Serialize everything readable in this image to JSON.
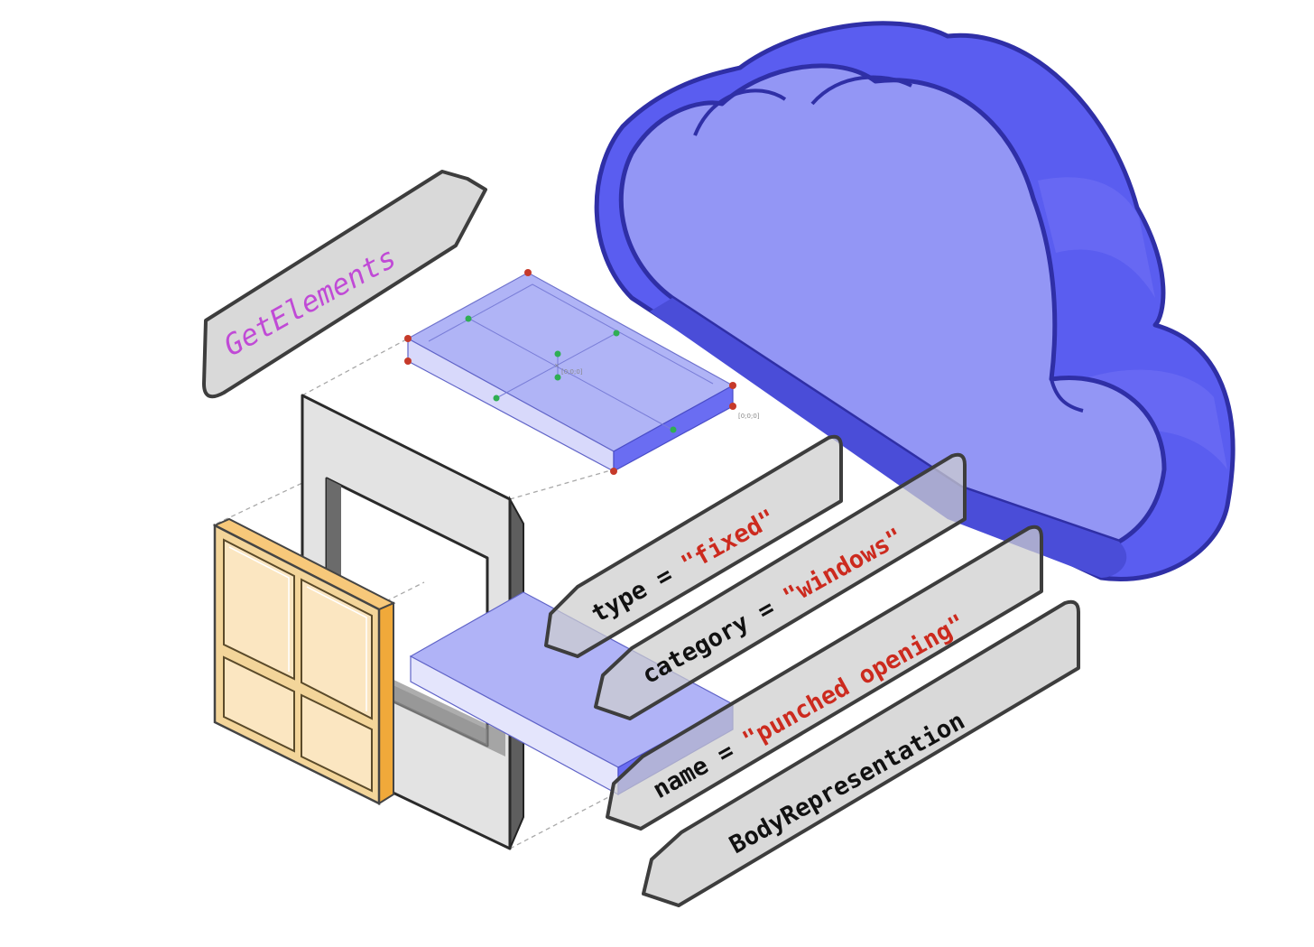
{
  "labels": {
    "get_elements": "GetElements",
    "type_key": "type = ",
    "type_value": "\"fixed\"",
    "category_key": "category = ",
    "category_value": "\"windows\"",
    "name_key": "name = ",
    "name_value": "\"punched opening\"",
    "body_representation": "BodyRepresentation"
  },
  "annotations": {
    "origin_a": "[0;0;0]",
    "origin_b": "[0;0;0]"
  },
  "colors": {
    "cloud_light": "#9396f5",
    "cloud_side": "#5a5df0",
    "cloud_outline": "#2f2fa6",
    "slab_top": "#a8acf6",
    "window_panel": "#fbe6c1",
    "window_frame": "#f3b64e",
    "wall_face": "#e3e3e3",
    "string_literal": "#cc2a1e",
    "function_name": "#c04ad6"
  }
}
